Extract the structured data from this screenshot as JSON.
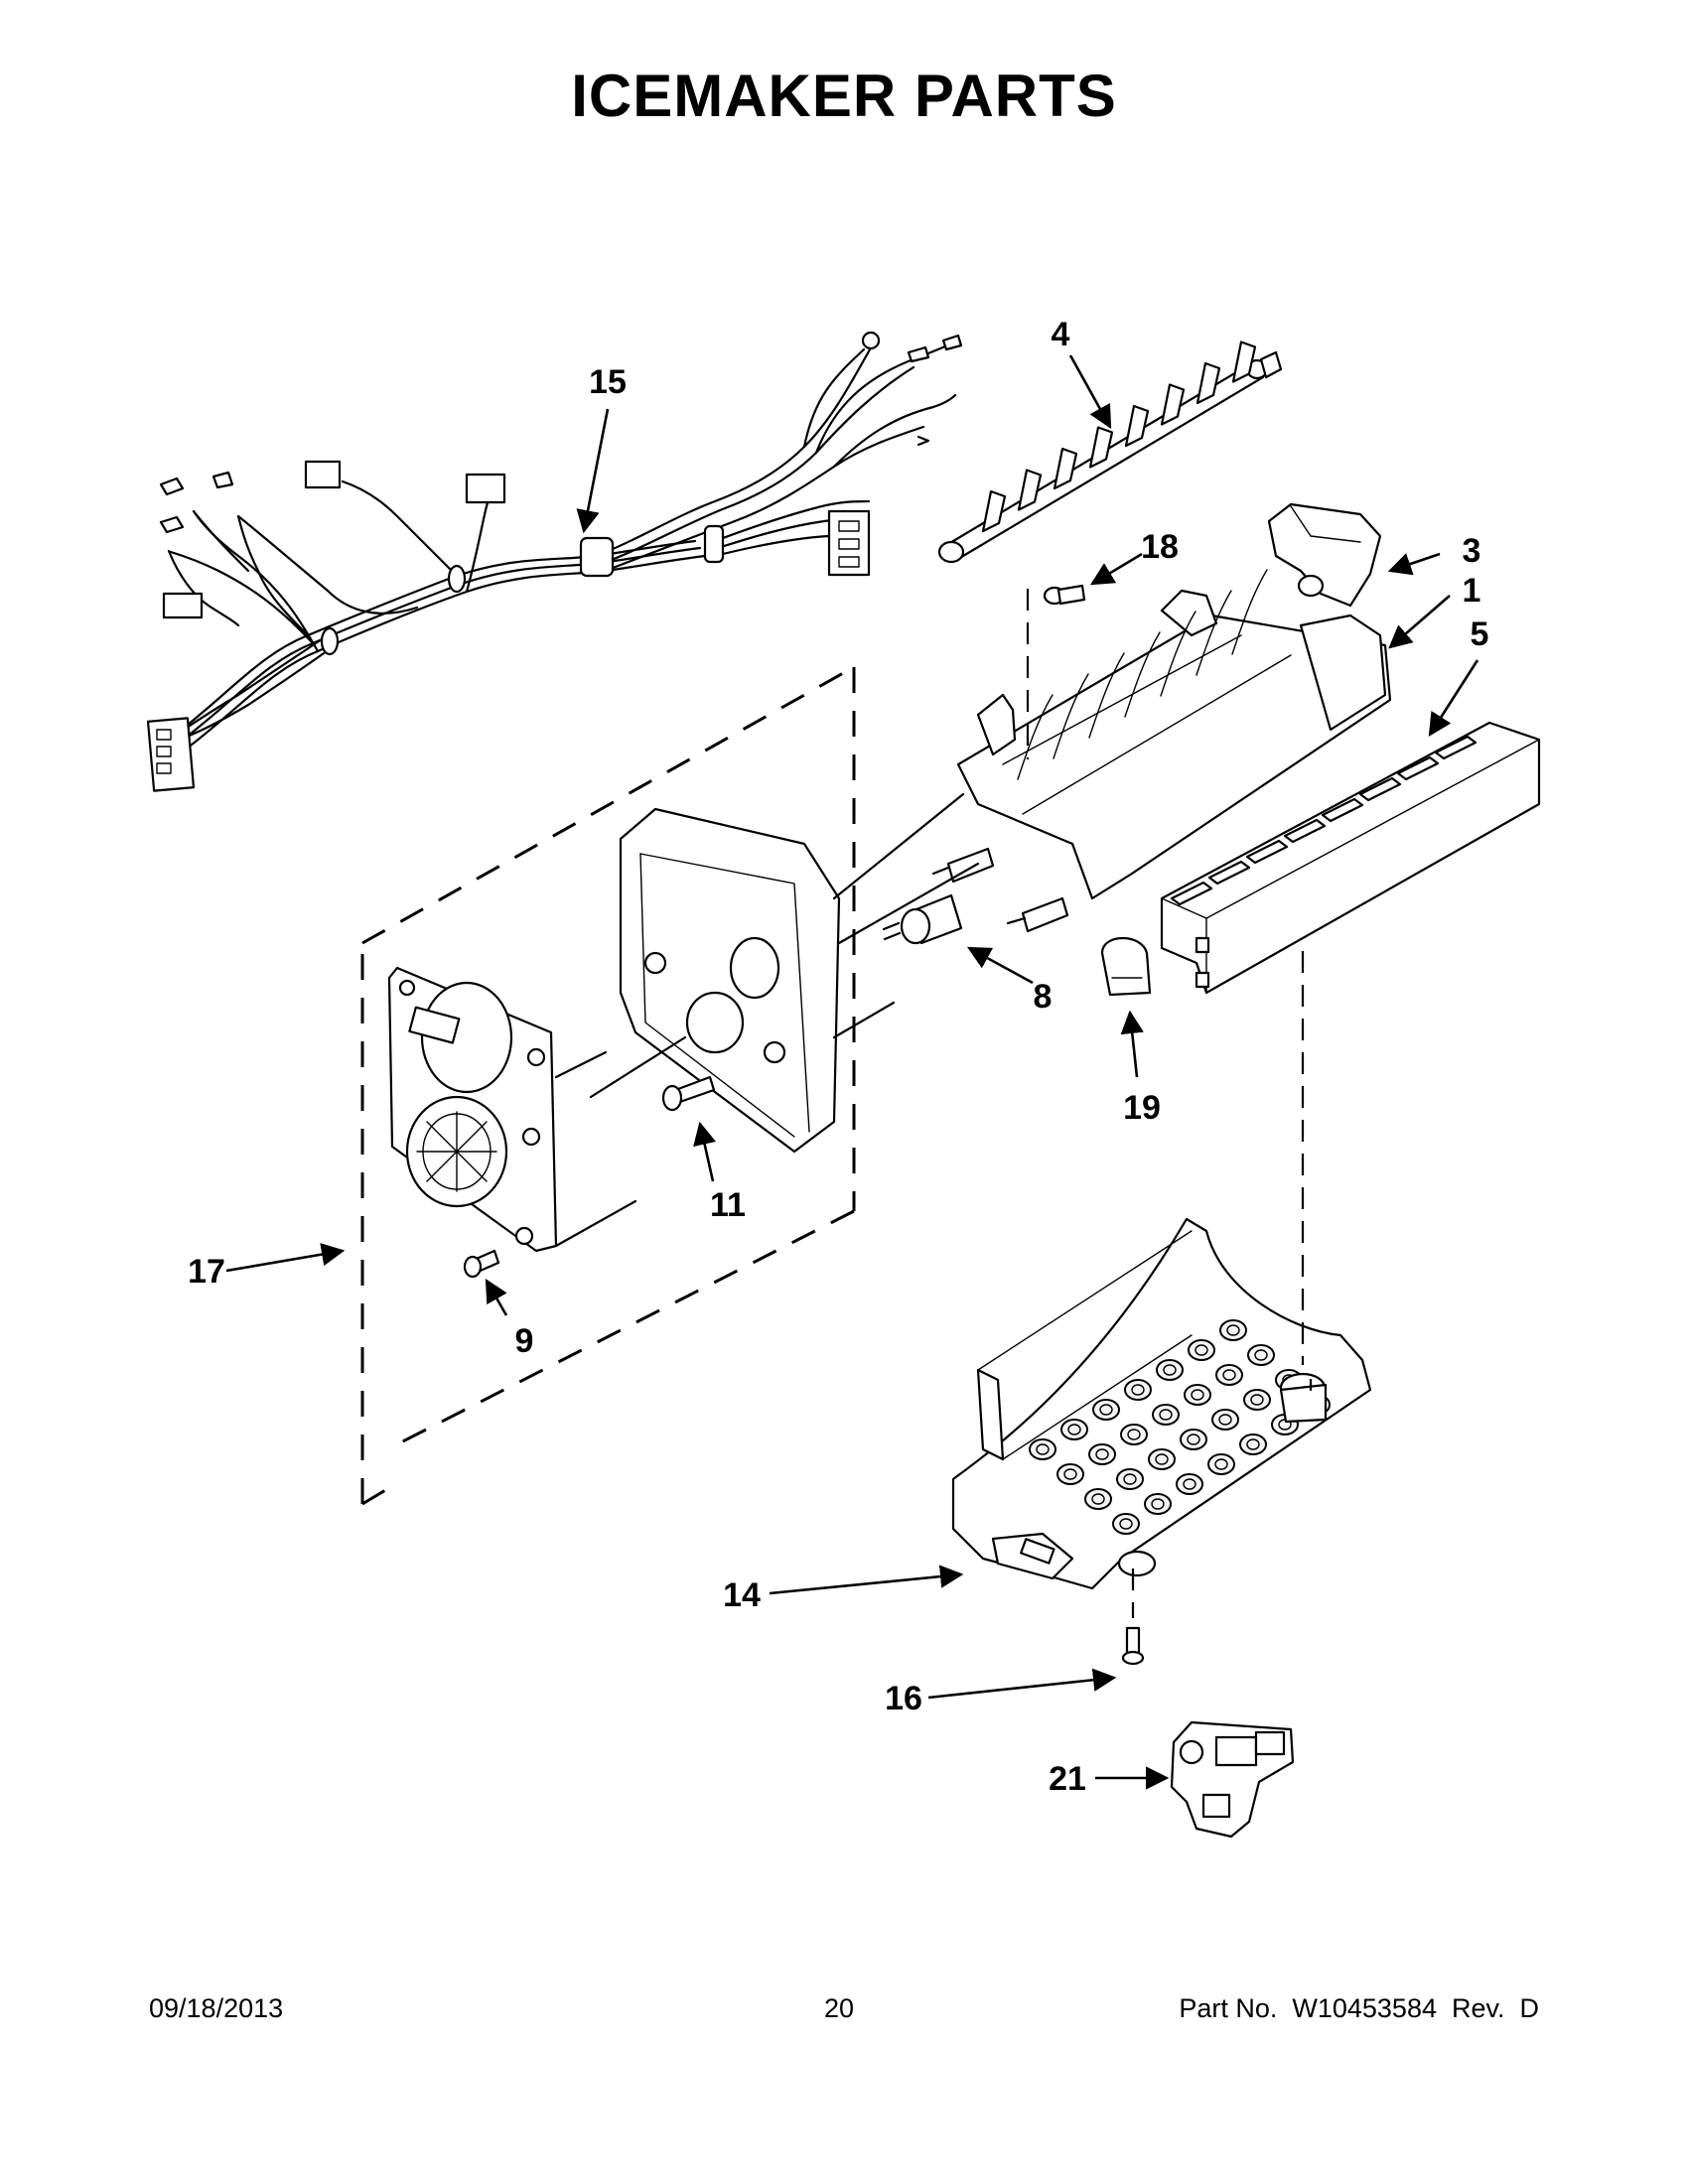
{
  "title": "ICEMAKER PARTS",
  "callouts": {
    "c1": "1",
    "c3": "3",
    "c4": "4",
    "c5": "5",
    "c8": "8",
    "c9": "9",
    "c11": "11",
    "c14": "14",
    "c15": "15",
    "c16": "16",
    "c17": "17",
    "c18": "18",
    "c19": "19",
    "c21": "21"
  },
  "footer": {
    "date": "09/18/2013",
    "page": "20",
    "part_no": "Part No.  W10453584  Rev.  D"
  }
}
